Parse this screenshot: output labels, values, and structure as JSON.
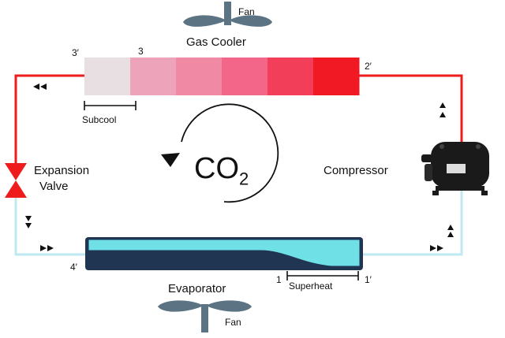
{
  "labels": {
    "gas_cooler": "Gas Cooler",
    "fan_top": "Fan",
    "fan_bottom": "Fan",
    "subcool": "Subcool",
    "expansion_valve_line1": "Expansion",
    "expansion_valve_line2": "Valve",
    "compressor": "Compressor",
    "evaporator": "Evaporator",
    "superheat": "Superheat",
    "refrigerant": "CO",
    "refrigerant_subscript": "2"
  },
  "state_points": {
    "p3prime": "3′",
    "p3": "3",
    "p2prime": "2′",
    "p4prime": "4′",
    "p1": "1",
    "p1prime": "1′"
  },
  "colors": {
    "hot_line": "#ee1c1c",
    "cold_line": "#bfe8f0",
    "evaporator_fill": "#6fe0e6",
    "evaporator_dark": "#1f3552",
    "valve": "#ee1c1c",
    "fan": "#5b7382",
    "gas_cooler_gradient": [
      "#e8dfe3",
      "#eda3ba",
      "#f08aa4",
      "#f3668a",
      "#f33e5a",
      "#f11a24"
    ]
  }
}
